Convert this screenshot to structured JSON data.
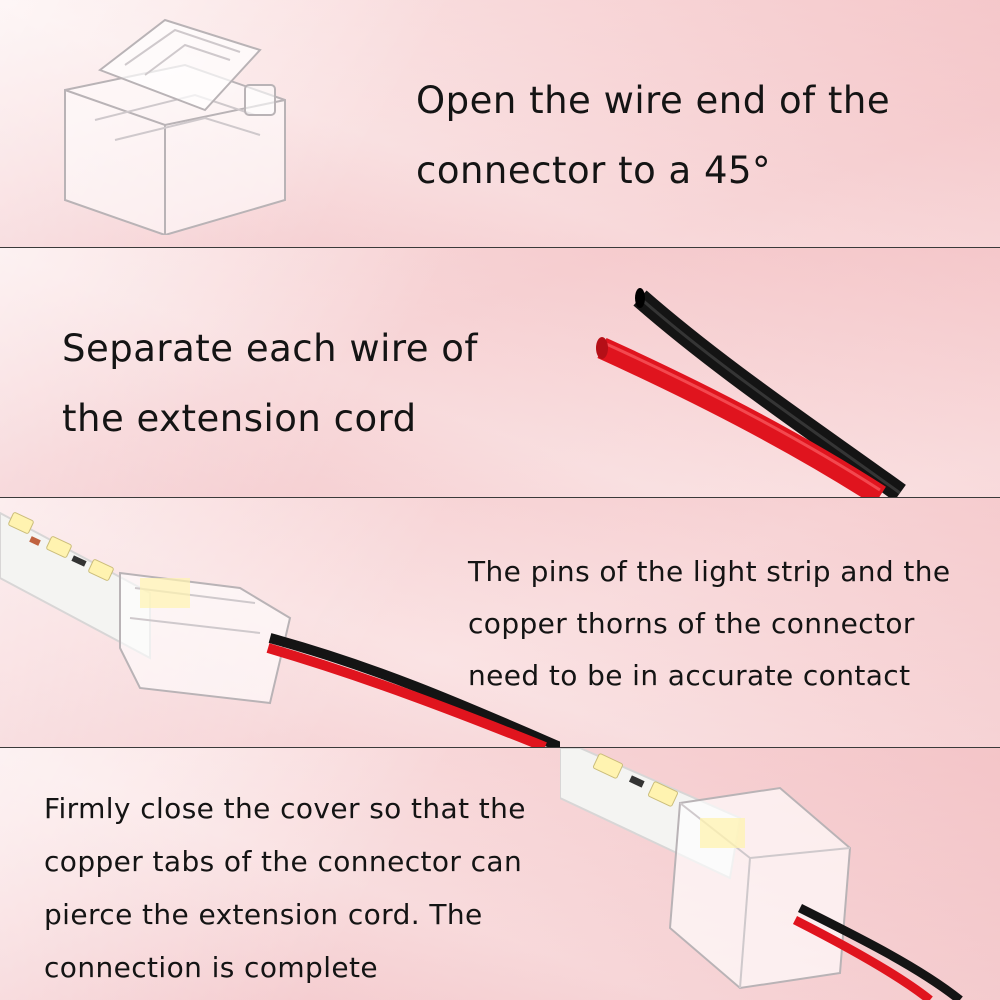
{
  "steps": [
    {
      "lines": [
        "Open the wire end of the",
        "connector to a 45°"
      ]
    },
    {
      "lines": [
        "Separate each wire of",
        "the extension cord"
      ]
    },
    {
      "lines": [
        "The pins of the light strip and the",
        "copper thorns of the connector",
        "need to be in accurate contact"
      ]
    },
    {
      "lines": [
        "Firmly close the cover so that the",
        "copper tabs of the connector can",
        "pierce the extension cord. The",
        "connection is complete"
      ]
    }
  ],
  "illustrations": [
    {
      "name": "open-connector",
      "depicts": "clear plastic connector with lid opened"
    },
    {
      "name": "separated-wires",
      "depicts": "red and black extension cord wires"
    },
    {
      "name": "strip-with-connector",
      "depicts": "LED light strip inserted into connector with red/black cord"
    },
    {
      "name": "closed-connector",
      "depicts": "LED light strip with closed connector and cord attached"
    }
  ],
  "colors": {
    "background": "#f7d6d8",
    "wire_red": "#e0141e",
    "wire_black": "#141414",
    "led": "#fff3b0",
    "strip": "#f4f4f2"
  }
}
